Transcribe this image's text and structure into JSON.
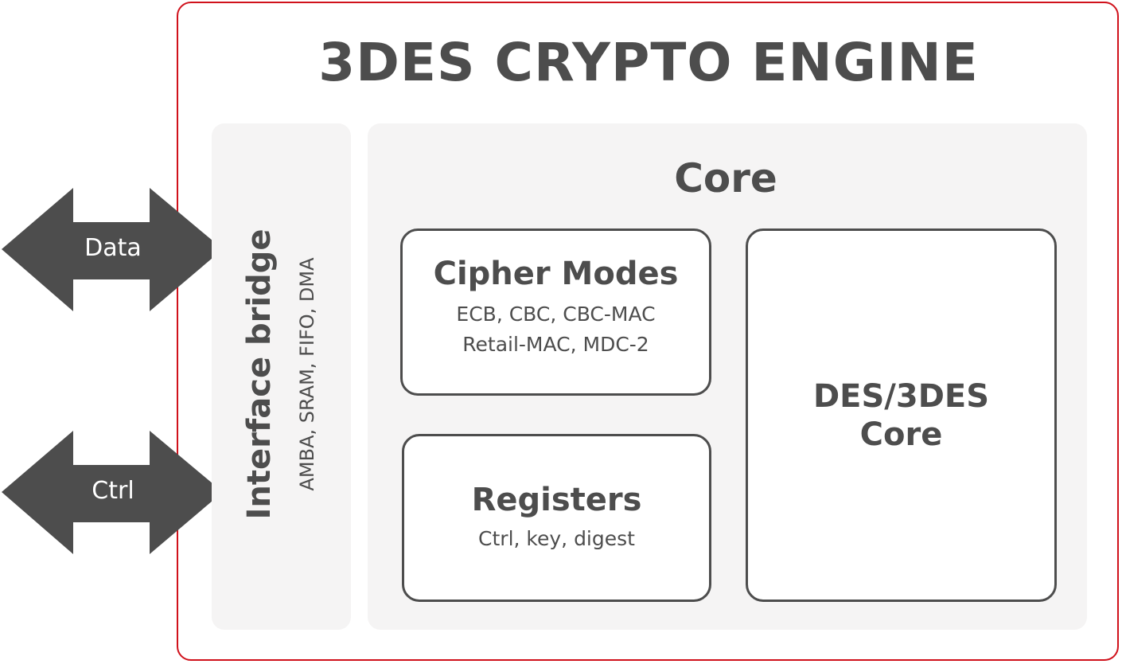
{
  "title": "3DES CRYPTO ENGINE",
  "arrows": [
    {
      "label": "Data"
    },
    {
      "label": "Ctrl"
    }
  ],
  "interface": {
    "title": "Interface bridge",
    "subtitle": "AMBA, SRAM, FIFO, DMA"
  },
  "core": {
    "title": "Core",
    "cipher": {
      "title": "Cipher Modes",
      "lines": [
        "ECB, CBC, CBC-MAC",
        "Retail-MAC, MDC-2"
      ]
    },
    "registers": {
      "title": "Registers",
      "lines": [
        "Ctrl, key, digest"
      ]
    },
    "des": {
      "lines": [
        "DES/3DES",
        "Core"
      ]
    }
  },
  "colors": {
    "frame": "#d0111b",
    "dark": "#4d4d4d",
    "panel": "#f5f4f4"
  }
}
